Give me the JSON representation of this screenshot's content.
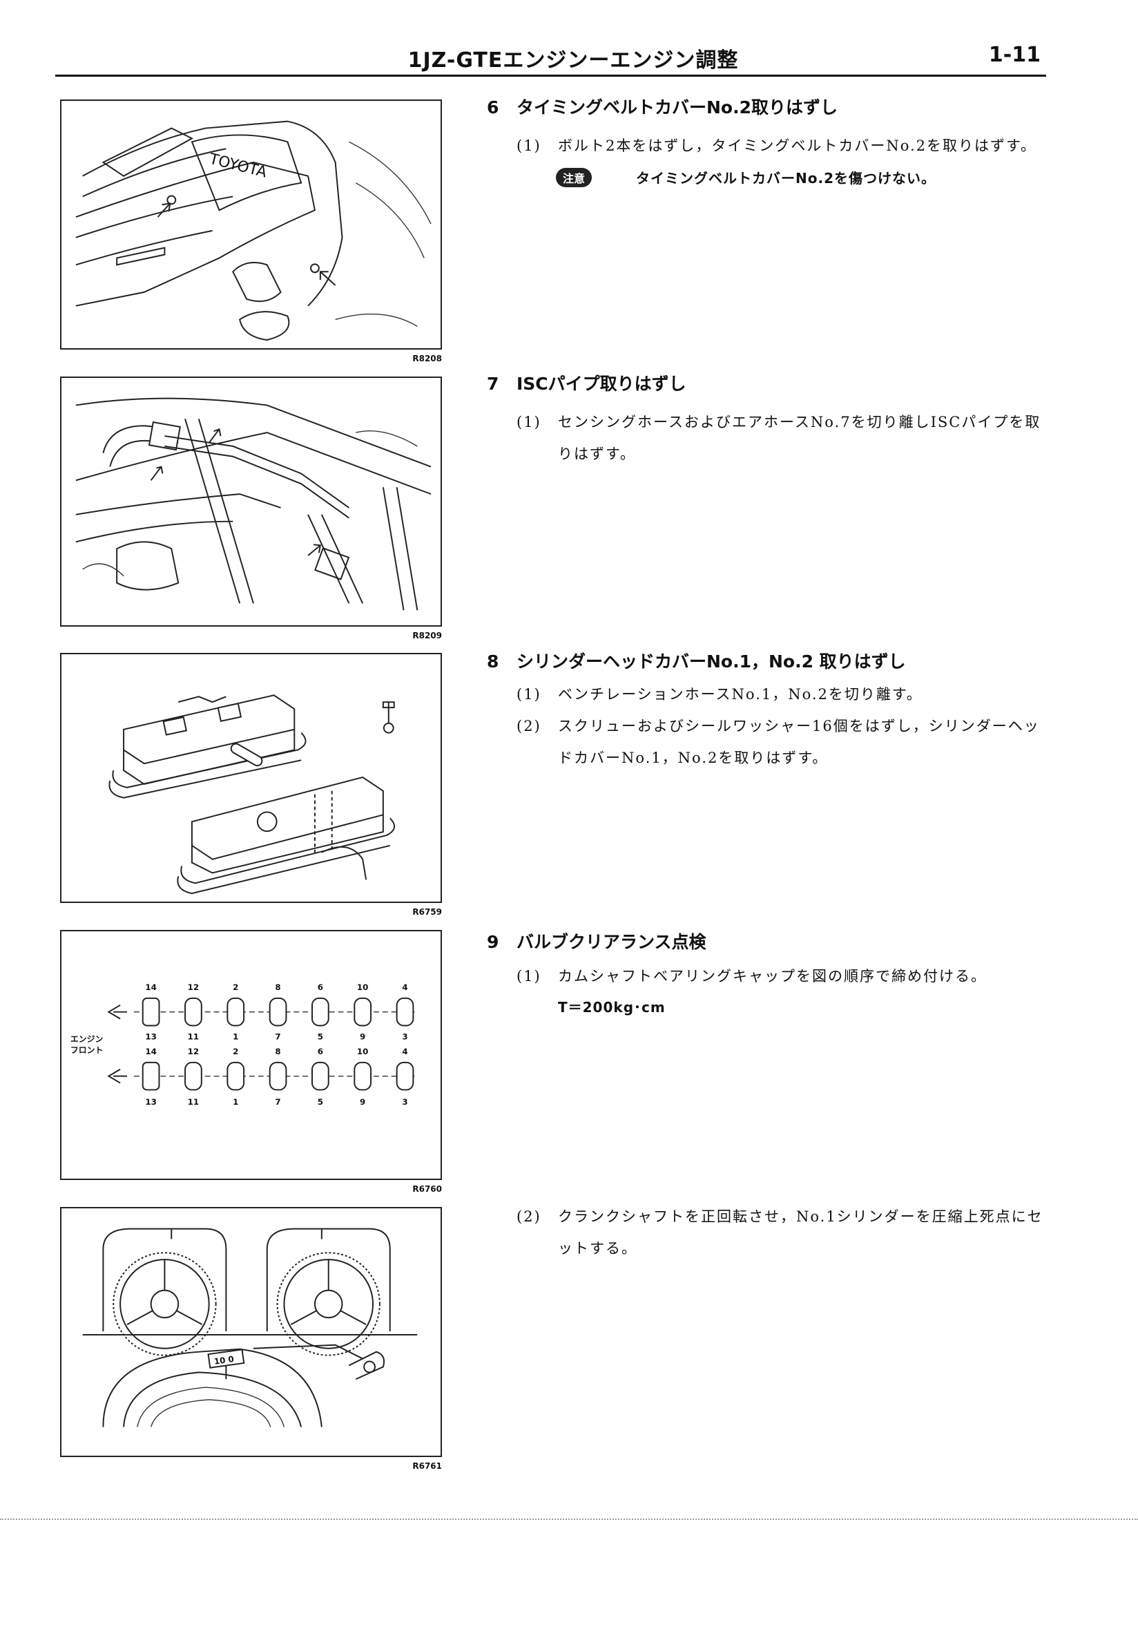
{
  "header": {
    "title": "1JZ-GTEエンジンーエンジン調整",
    "page": "1-11"
  },
  "figures": [
    {
      "code": "R8208",
      "brand": "TOYOTA"
    },
    {
      "code": "R8209"
    },
    {
      "code": "R6759"
    },
    {
      "code": "R6760",
      "front_label_1": "エンジン",
      "front_label_2": "フロント",
      "top_row_upper": [
        "14",
        "12",
        "2",
        "8",
        "6",
        "10",
        "4"
      ],
      "top_row_lower": [
        "13",
        "11",
        "1",
        "7",
        "5",
        "9",
        "3"
      ],
      "bottom_row_upper": [
        "14",
        "12",
        "2",
        "8",
        "6",
        "10",
        "4"
      ],
      "bottom_row_lower": [
        "13",
        "11",
        "1",
        "7",
        "5",
        "9",
        "3"
      ]
    },
    {
      "code": "R6761",
      "timing_mark": "10 0"
    }
  ],
  "sections": [
    {
      "number": "6",
      "title": "タイミングベルトカバーNo.2取りはずし",
      "steps": [
        {
          "num": "(1)",
          "text": "ボルト2本をはずし，タイミングベルトカバーNo.2を取りはずす。"
        }
      ],
      "note_badge": "注意",
      "note_text": "タイミングベルトカバーNo.2を傷つけない。"
    },
    {
      "number": "7",
      "title": "ISCパイプ取りはずし",
      "steps": [
        {
          "num": "(1)",
          "text": "センシングホースおよびエアホースNo.7を切り離しISCパイプを取りはずす。"
        }
      ]
    },
    {
      "number": "8",
      "title": "シリンダーヘッドカバーNo.1，No.2 取りはずし",
      "steps": [
        {
          "num": "(1)",
          "text": "ベンチレーションホースNo.1，No.2を切り離す。"
        },
        {
          "num": "(2)",
          "text": "スクリューおよびシールワッシャー16個をはずし，シリンダーヘッドカバーNo.1，No.2を取りはずす。"
        }
      ]
    },
    {
      "number": "9",
      "title": "バルブクリアランス点検",
      "steps": [
        {
          "num": "(1)",
          "text": "カムシャフトベアリングキャップを図の順序で締め付ける。"
        }
      ],
      "torque": "T＝200kg･cm"
    },
    {
      "steps": [
        {
          "num": "(2)",
          "text": "クランクシャフトを正回転させ，No.1シリンダーを圧縮上死点にセットする。"
        }
      ]
    }
  ]
}
